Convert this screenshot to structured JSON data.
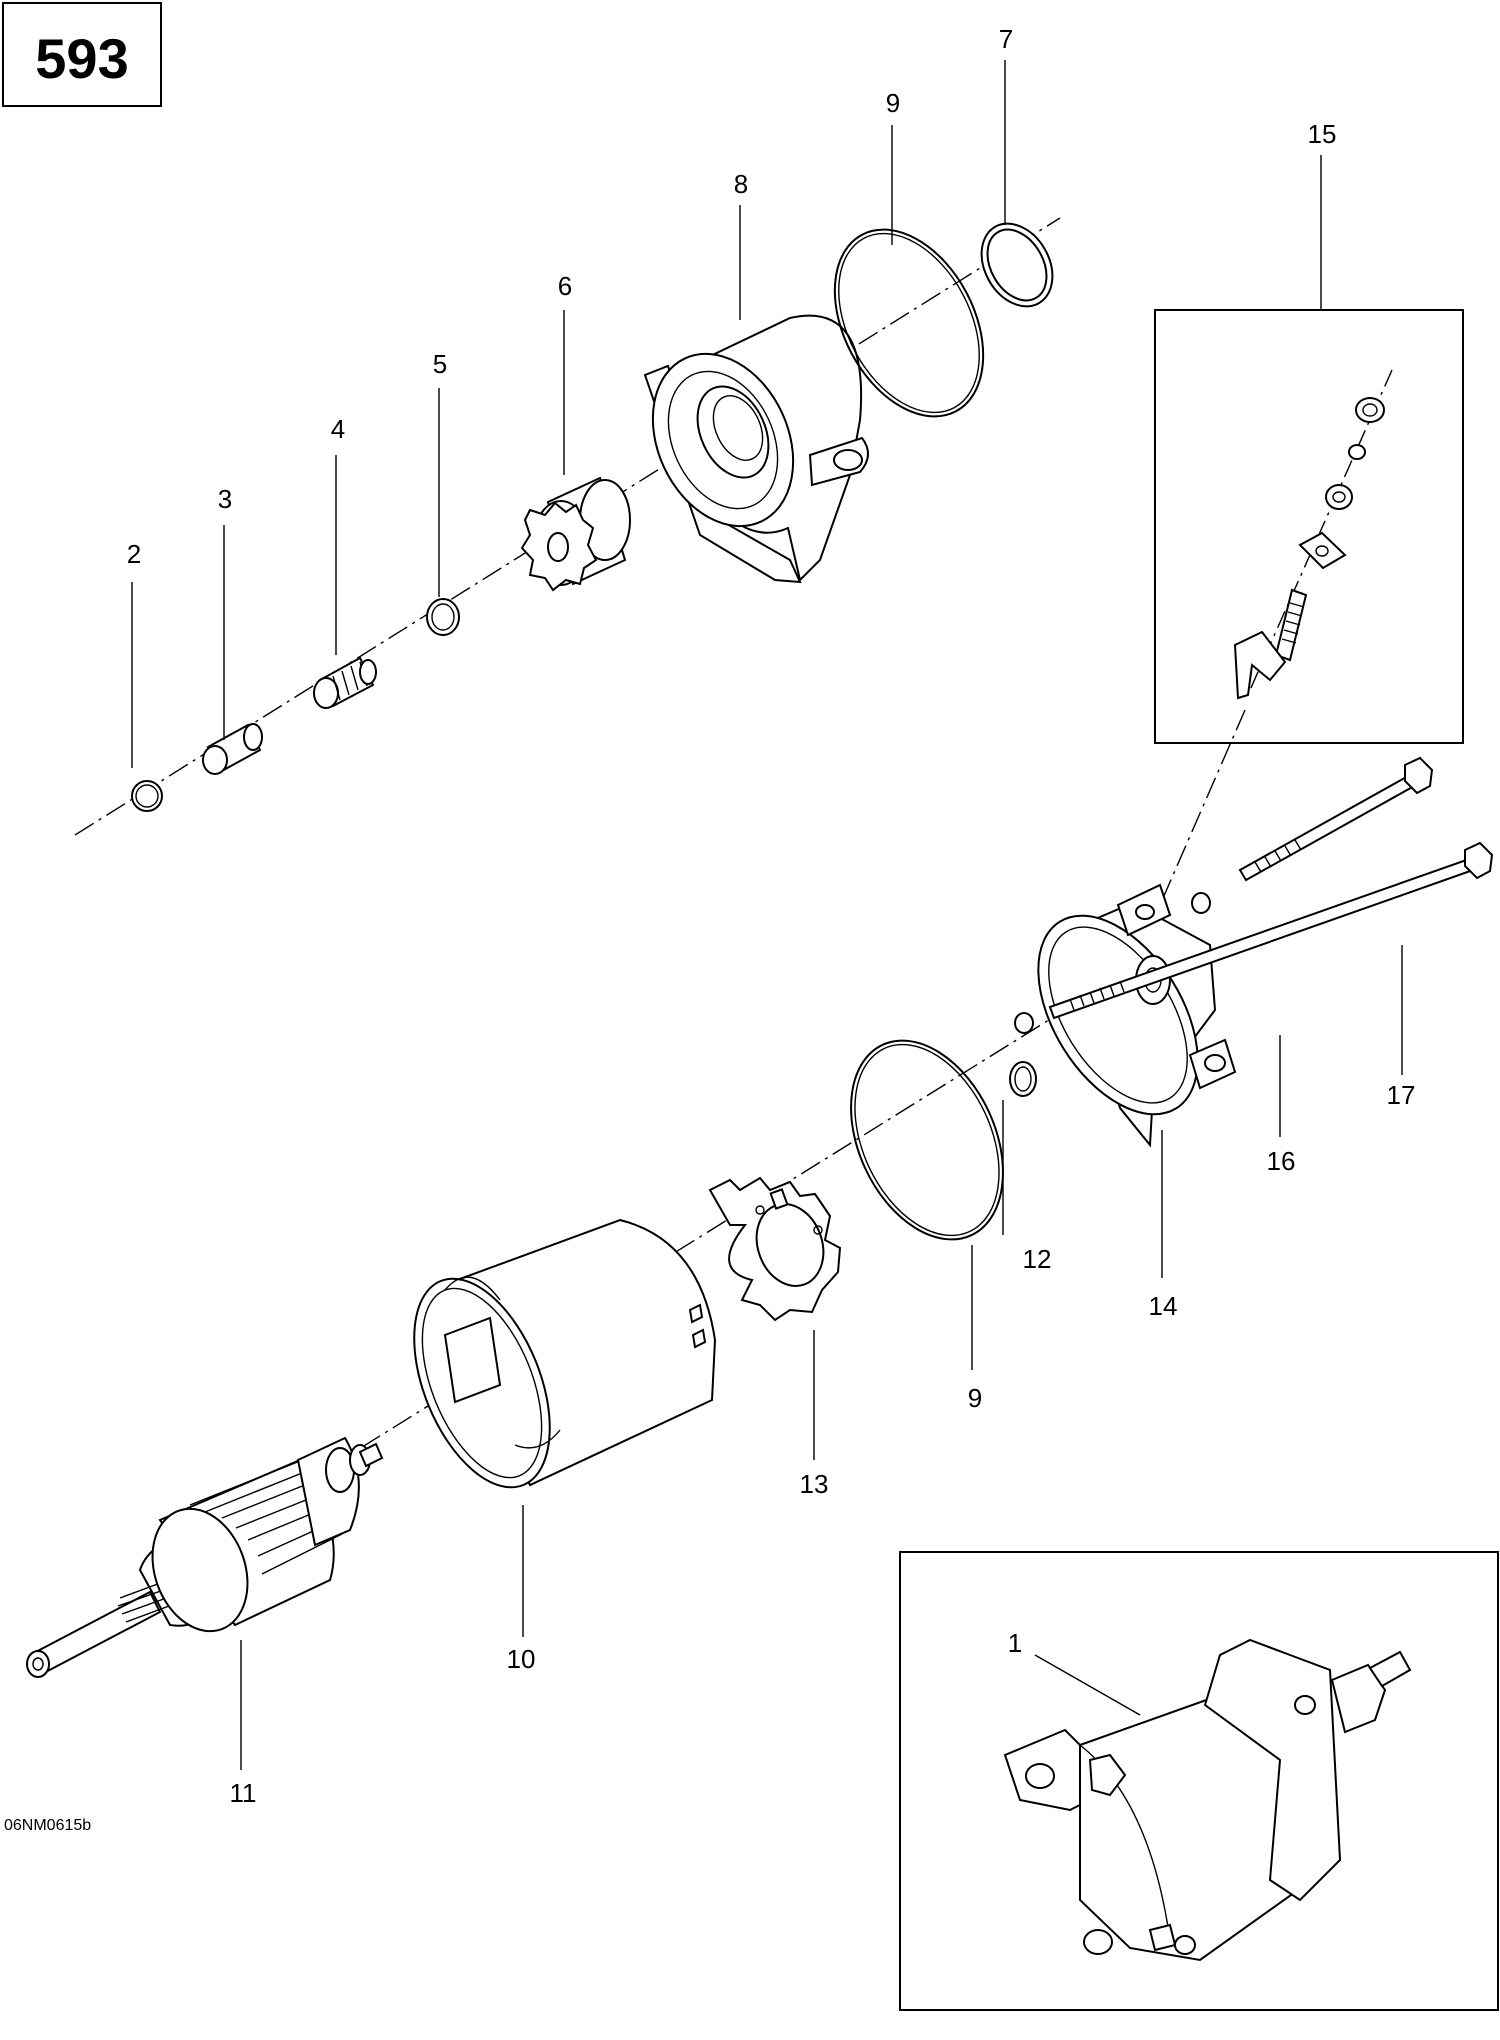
{
  "page_number": "593",
  "drawing_code": "06NM0615b",
  "callouts": [
    {
      "id": "c1",
      "label": "1"
    },
    {
      "id": "c2",
      "label": "2"
    },
    {
      "id": "c3",
      "label": "3"
    },
    {
      "id": "c4",
      "label": "4"
    },
    {
      "id": "c5",
      "label": "5"
    },
    {
      "id": "c6",
      "label": "6"
    },
    {
      "id": "c7",
      "label": "7"
    },
    {
      "id": "c8",
      "label": "8"
    },
    {
      "id": "c9a",
      "label": "9"
    },
    {
      "id": "c9b",
      "label": "9"
    },
    {
      "id": "c10",
      "label": "10"
    },
    {
      "id": "c11",
      "label": "11"
    },
    {
      "id": "c12",
      "label": "12"
    },
    {
      "id": "c13",
      "label": "13"
    },
    {
      "id": "c14",
      "label": "14"
    },
    {
      "id": "c15",
      "label": "15"
    },
    {
      "id": "c16",
      "label": "16"
    },
    {
      "id": "c17",
      "label": "17"
    }
  ]
}
